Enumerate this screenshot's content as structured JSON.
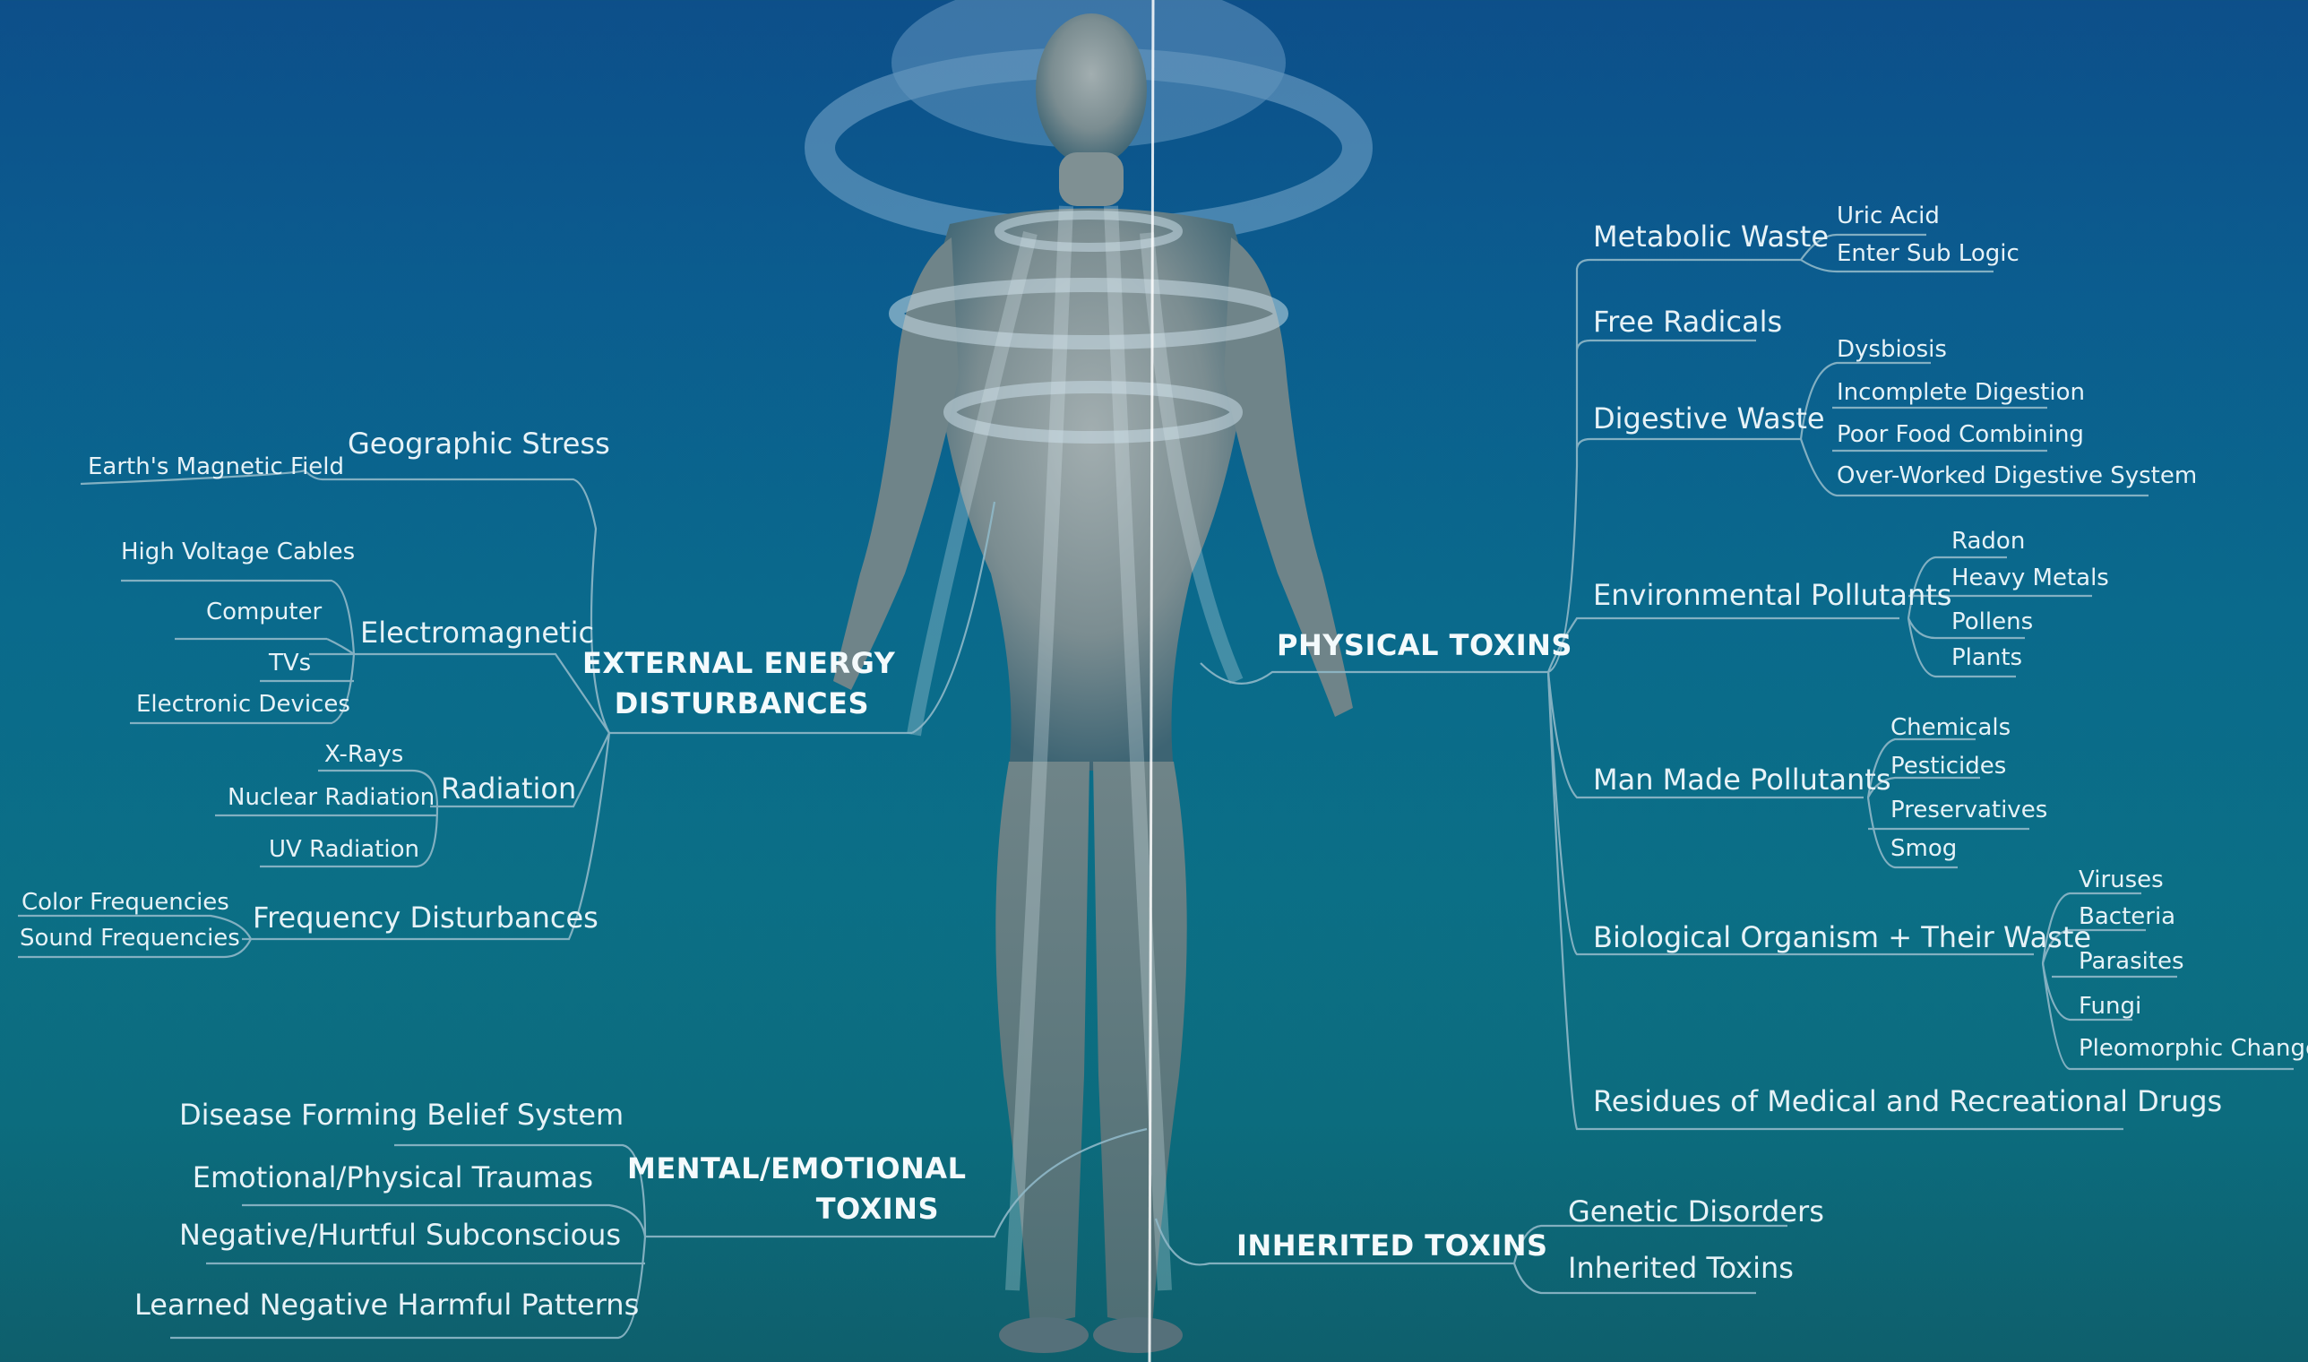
{
  "categories": {
    "external": [
      "EXTERNAL ENERGY",
      "DISTURBANCES"
    ],
    "physical": "PHYSICAL TOXINS",
    "mental": [
      "MENTAL/EMOTIONAL",
      "TOXINS"
    ],
    "inherited": "INHERITED TOXINS"
  },
  "external": {
    "geographic": {
      "label": "Geographic Stress",
      "items": [
        "Earth's Magnetic Field"
      ]
    },
    "electromagnetic": {
      "label": "Electromagnetic",
      "items": [
        "High Voltage Cables",
        "Computer",
        "TVs",
        "Electronic Devices"
      ]
    },
    "radiation": {
      "label": "Radiation",
      "items": [
        "X-Rays",
        "Nuclear Radiation",
        "UV Radiation"
      ]
    },
    "frequency": {
      "label": "Frequency Disturbances",
      "items": [
        "Color Frequencies",
        "Sound Frequencies"
      ]
    }
  },
  "physical": {
    "metabolic": {
      "label": "Metabolic Waste",
      "items": [
        "Uric Acid",
        "Enter Sub Logic"
      ]
    },
    "free_radicals": {
      "label": "Free Radicals"
    },
    "digestive": {
      "label": "Digestive Waste",
      "items": [
        "Dysbiosis",
        "Incomplete Digestion",
        "Poor Food Combining",
        "Over-Worked Digestive System"
      ]
    },
    "environmental": {
      "label": "Environmental Pollutants",
      "items": [
        "Radon",
        "Heavy Metals",
        "Pollens",
        "Plants"
      ]
    },
    "manmade": {
      "label": "Man Made Pollutants",
      "items": [
        "Chemicals",
        "Pesticides",
        "Preservatives",
        "Smog"
      ]
    },
    "biological": {
      "label": "Biological Organism + Their Waste",
      "items": [
        "Viruses",
        "Bacteria",
        "Parasites",
        "Fungi",
        "Pleomorphic Changes"
      ]
    },
    "residues": {
      "label": "Residues of Medical and Recreational Drugs"
    }
  },
  "mental": {
    "items": [
      "Disease Forming Belief System",
      "Emotional/Physical Traumas",
      "Negative/Hurtful Subconscious",
      "Learned Negative Harmful Patterns"
    ]
  },
  "inherited": {
    "items": [
      "Genetic Disorders",
      "Inherited Toxins"
    ]
  },
  "colors": {
    "line": "#8fb8c8",
    "text": "#e6f2f7",
    "figure": "#7d8f92"
  }
}
